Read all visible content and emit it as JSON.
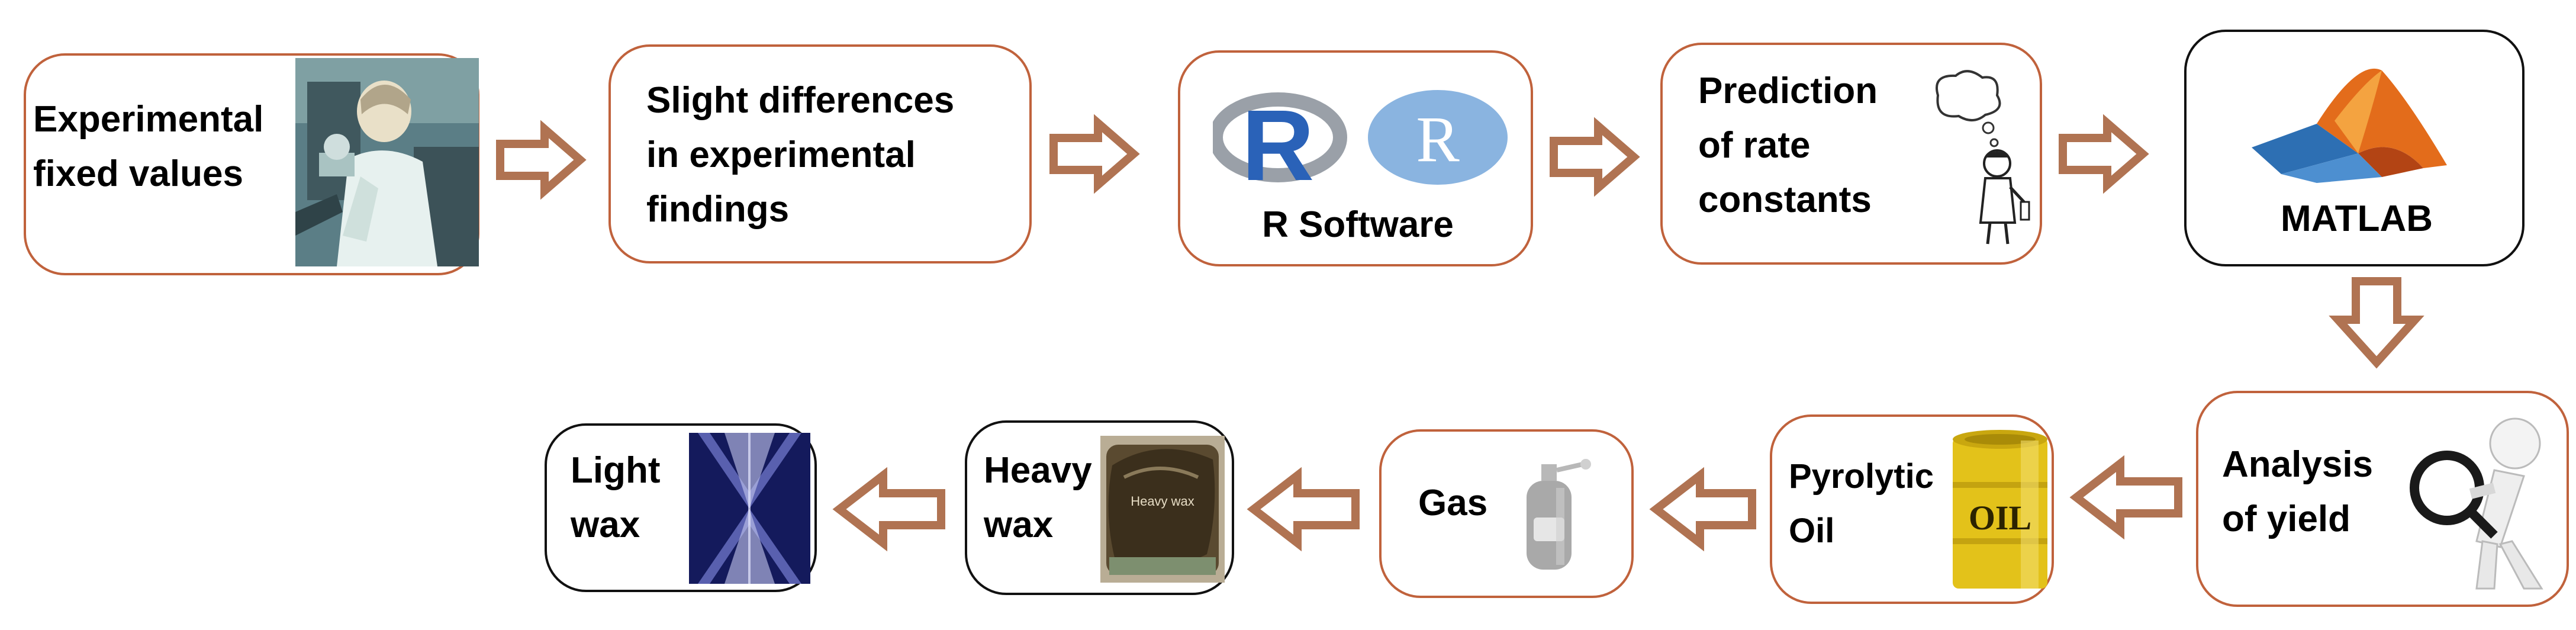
{
  "nodes": {
    "experimental": {
      "line1": "Experimental",
      "line2": "fixed values",
      "icon": "scientist-at-microscope-icon"
    },
    "slight": {
      "line1": "Slight differences",
      "line2": "in experimental",
      "line3": "findings"
    },
    "rsoftware": {
      "label": "R Software",
      "logo_letter_1": "R",
      "logo_letter_2": "R",
      "icon": "r-logo-icon"
    },
    "prediction": {
      "line1": "Prediction",
      "line2": "of rate",
      "line3": "constants",
      "icon": "scientist-thinking-icon"
    },
    "matlab": {
      "label": "MATLAB",
      "icon": "matlab-membrane-icon"
    },
    "analysis": {
      "line1": "Analysis",
      "line2": "of yield",
      "icon": "magnifying-glass-figure-icon"
    },
    "pyrolytic": {
      "line1": "Pyrolytic",
      "line2": "Oil",
      "barrel_text": "OIL",
      "icon": "oil-barrel-icon"
    },
    "gas": {
      "label": "Gas",
      "icon": "gas-cylinder-icon"
    },
    "heavy": {
      "line1": "Heavy",
      "line2": "wax",
      "photo_text": "Heavy wax",
      "icon": "heavy-wax-photo-icon"
    },
    "light": {
      "line1": "Light",
      "line2": "wax",
      "icon": "light-wax-image-icon"
    }
  },
  "colors": {
    "box_border_orange": "#c0623c",
    "box_border_black": "#111111",
    "arrow_outline": "#b07352",
    "r_logo_blue": "#2a62b8",
    "matlab_orange": "#e36c1b",
    "oil_barrel_yellow": "#e3c21a"
  }
}
